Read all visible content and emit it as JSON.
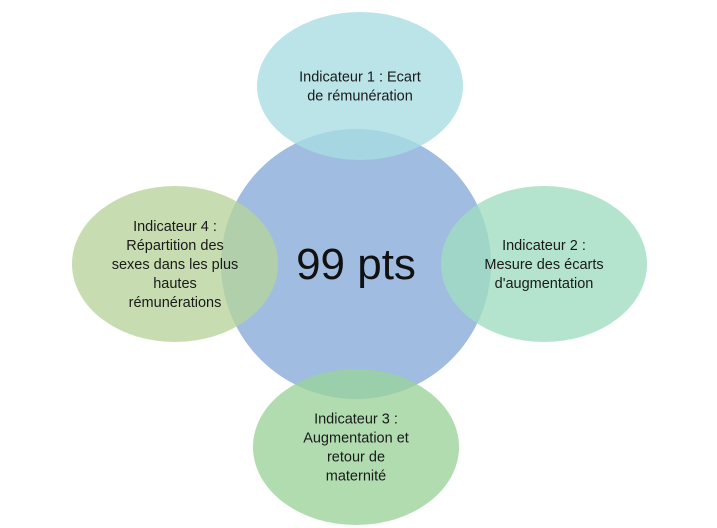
{
  "center": {
    "label": "99 pts",
    "color": "#8fb1dc"
  },
  "indicators": [
    {
      "id": "indicateur-1",
      "lines": [
        "Indicateur 1 : Ecart",
        "de rémunération"
      ],
      "color": "#a7dce1"
    },
    {
      "id": "indicateur-2",
      "lines": [
        "Indicateur 2 :",
        "Mesure des écarts",
        "d'augmentation"
      ],
      "color": "#9fdcc0"
    },
    {
      "id": "indicateur-3",
      "lines": [
        "Indicateur 3 :",
        "Augmentation et",
        "retour de",
        "maternité"
      ],
      "color": "#9ad29a"
    },
    {
      "id": "indicateur-4",
      "lines": [
        "Indicateur 4 :",
        "Répartition des",
        "sexes dans les plus",
        "hautes",
        "rémunérations"
      ],
      "color": "#b7d49b"
    }
  ]
}
